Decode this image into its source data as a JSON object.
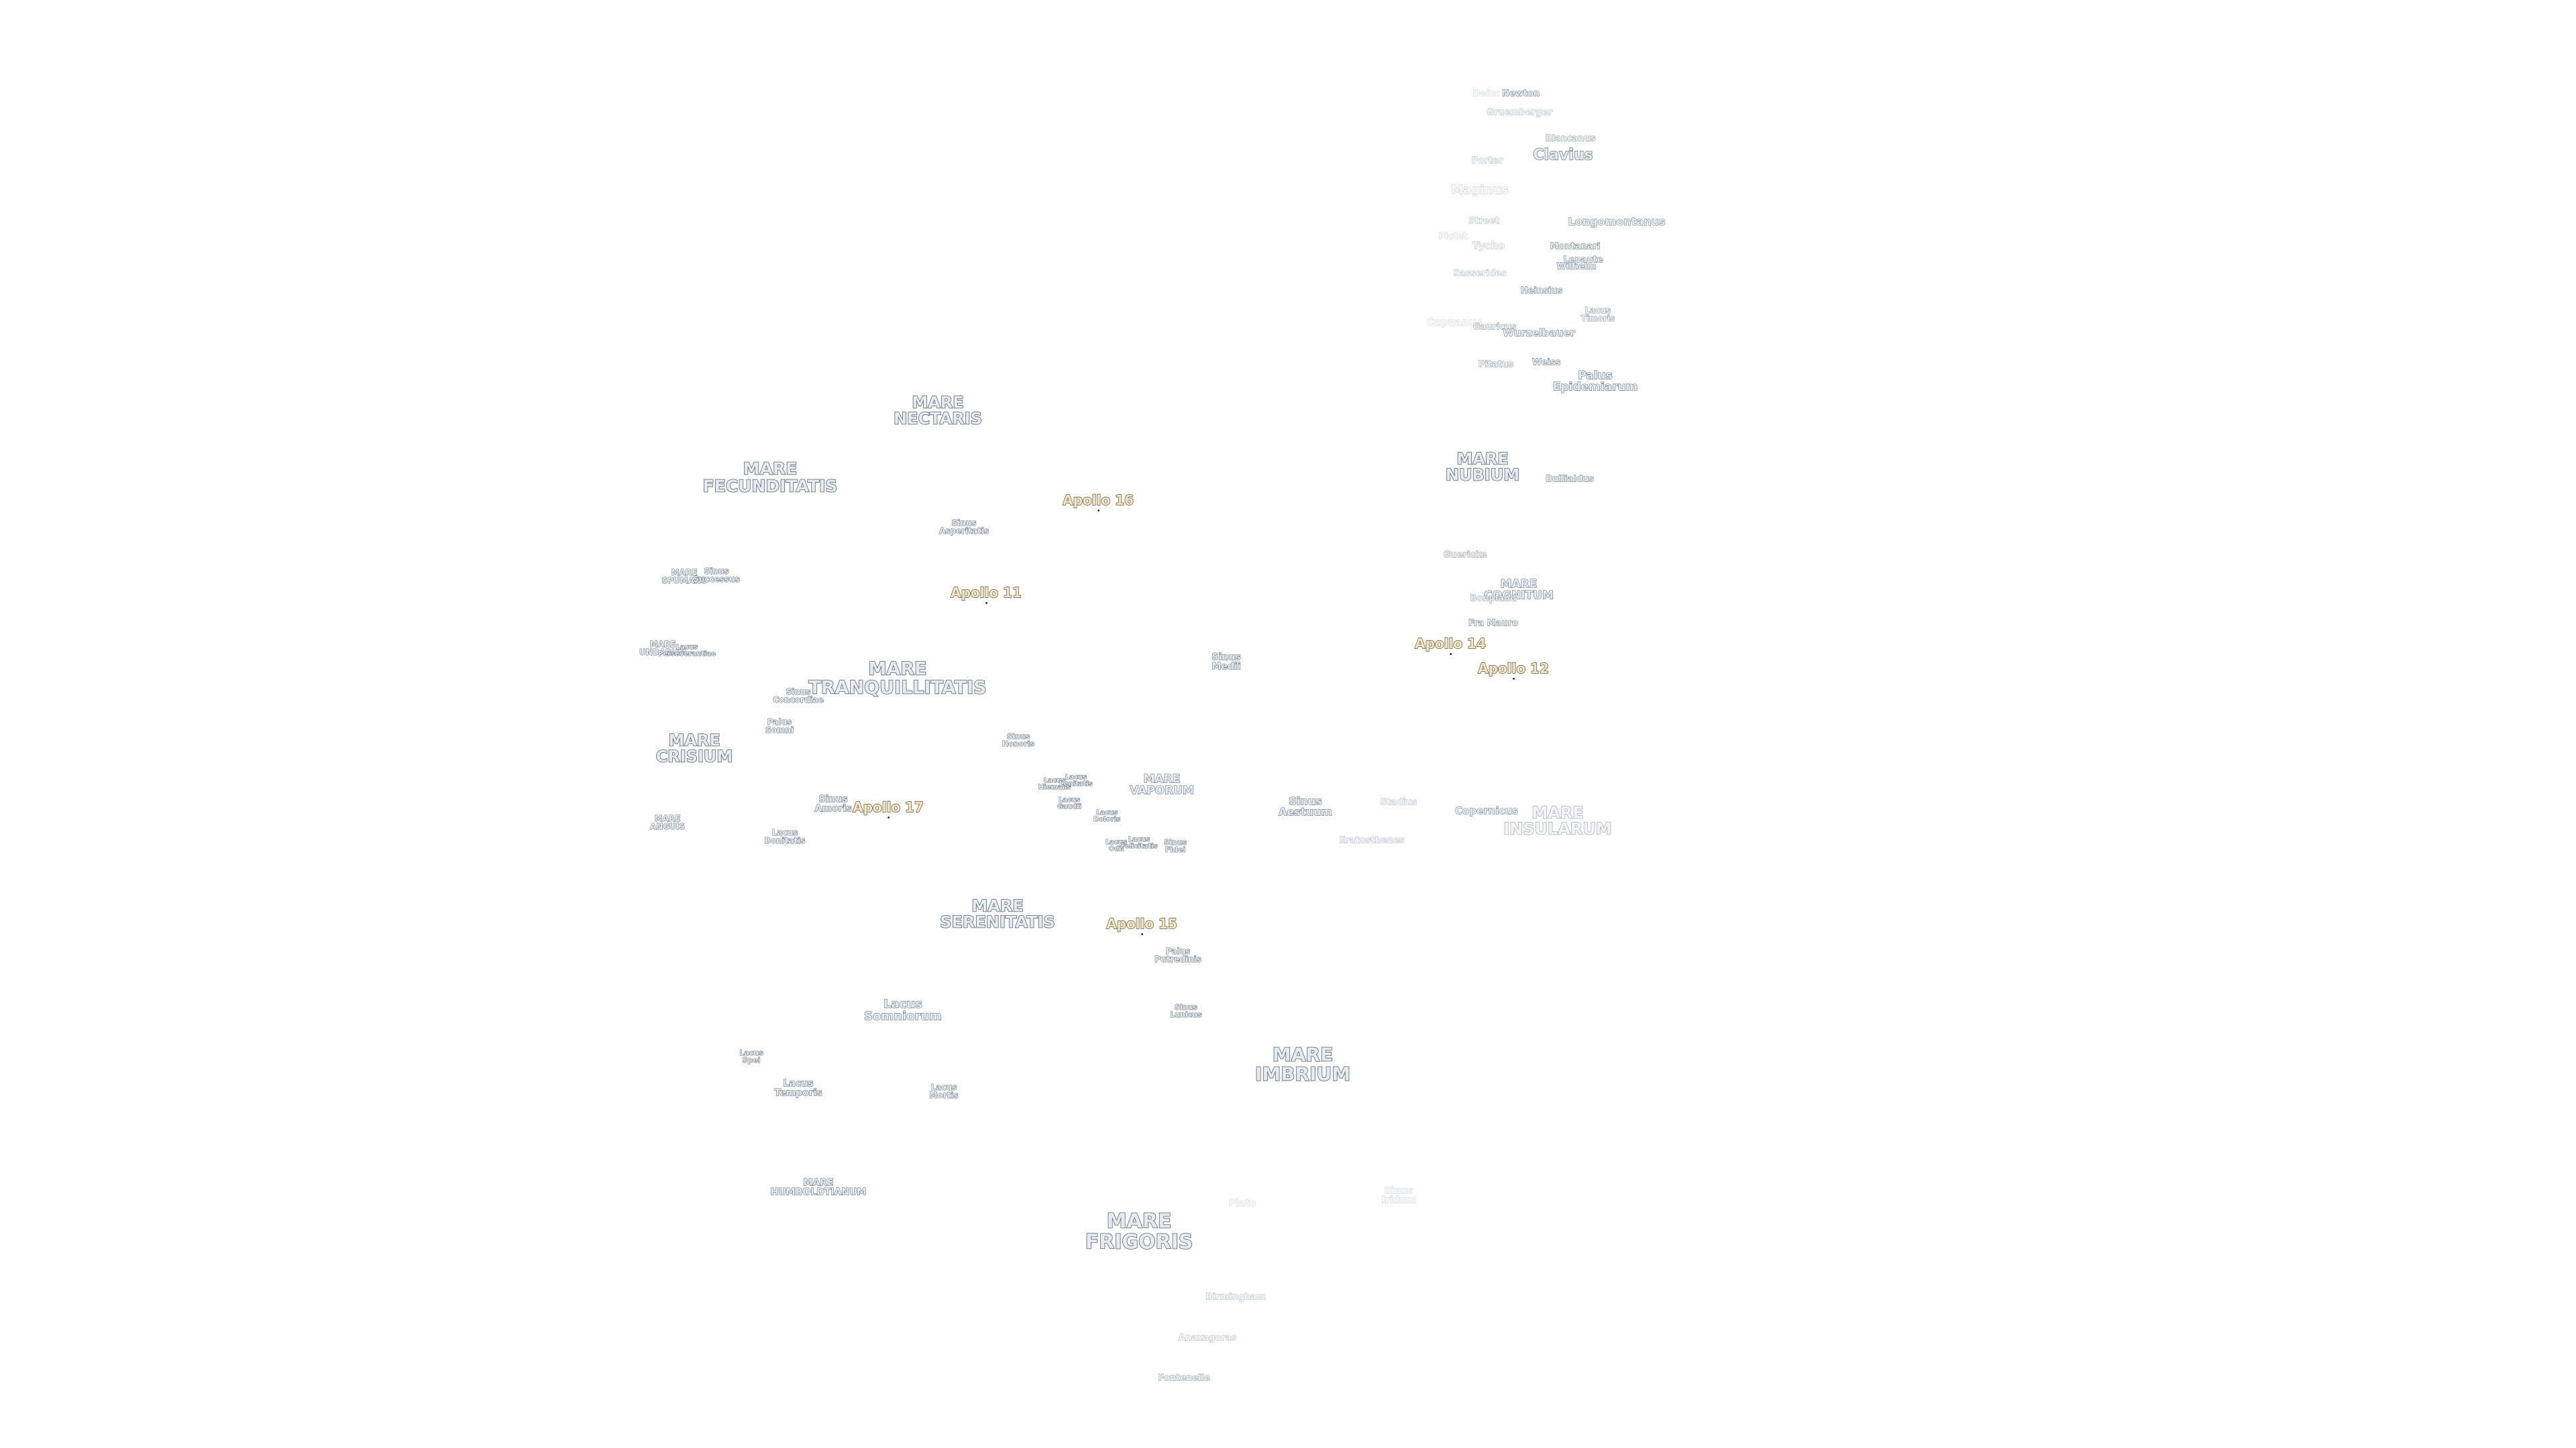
{
  "maria": [
    {
      "key": "nectaris",
      "text": "MARE\nNECTARIS"
    },
    {
      "key": "fecunditatis",
      "text": "MARE\nFECUNDITATIS"
    },
    {
      "key": "spumans",
      "text": "MARE\nSPUMANS"
    },
    {
      "key": "undarum",
      "text": "MARE\nUNDARUM"
    },
    {
      "key": "tranquillitatis",
      "text": "MARE\nTRANQUILLITATIS"
    },
    {
      "key": "crisium",
      "text": "MARE\nCRISIUM"
    },
    {
      "key": "anguis",
      "text": "MARE\nANGUIS"
    },
    {
      "key": "vaporum",
      "text": "MARE\nVAPORUM"
    },
    {
      "key": "serenitatis",
      "text": "MARE\nSERENITATIS"
    },
    {
      "key": "imbrium",
      "text": "MARE\nIMBRIUM"
    },
    {
      "key": "humboldtianum",
      "text": "MARE\nHUMBOLDTIANUM"
    },
    {
      "key": "frigoris",
      "text": "MARE\nFRIGORIS"
    },
    {
      "key": "nubium",
      "text": "MARE\nNUBIUM"
    },
    {
      "key": "cognitum",
      "text": "MARE\nCOGNITUM"
    },
    {
      "key": "insularum",
      "text": "MARE\nINSULARUM"
    }
  ],
  "minor_features": [
    {
      "key": "sinus-asperitatis",
      "text": "Sinus\nAsperitatis"
    },
    {
      "key": "sinus-successus",
      "text": "Sinus\nSuccessus"
    },
    {
      "key": "lacus-perseverantiae",
      "text": "Lacus\nPerseverantiae"
    },
    {
      "key": "sinus-concordiae",
      "text": "Sinus\nConcordiae"
    },
    {
      "key": "palus-somni",
      "text": "Palus\nSomni"
    },
    {
      "key": "sinus-honoris",
      "text": "Sinus\nHonoris"
    },
    {
      "key": "sinus-amoris",
      "text": "Sinus\nAmoris"
    },
    {
      "key": "lacus-bonitatis",
      "text": "Lacus\nBonitatis"
    },
    {
      "key": "lacus-hiemalis",
      "text": "Lacus\nHiemalis"
    },
    {
      "key": "lacus-lenitatis",
      "text": "Lacus\nLenitatis"
    },
    {
      "key": "lacus-gaudii",
      "text": "Lacus\nGaudii"
    },
    {
      "key": "lacus-doloris",
      "text": "Lacus\nDoloris"
    },
    {
      "key": "lacus-odii",
      "text": "Lacus\nOdii"
    },
    {
      "key": "lacus-felicitatis",
      "text": "Lacus\nFelicitatis"
    },
    {
      "key": "sinus-fidei",
      "text": "Sinus\nFidei"
    },
    {
      "key": "sinus-medii",
      "text": "Sinus\nMedii"
    },
    {
      "key": "sinus-aestuum",
      "text": "Sinus\nAestuum"
    },
    {
      "key": "palus-putredinis",
      "text": "Palus\nPutredinis"
    },
    {
      "key": "sinus-lunicus",
      "text": "Sinus\nLunicus"
    },
    {
      "key": "lacus-somniorum",
      "text": "Lacus\nSomniorum"
    },
    {
      "key": "lacus-spei",
      "text": "Lacus\nSpei"
    },
    {
      "key": "lacus-temporis",
      "text": "Lacus\nTemporis"
    },
    {
      "key": "lacus-mortis",
      "text": "Lacus\nMortis"
    },
    {
      "key": "palus-epidemiarum",
      "text": "Palus\nEpidemiarum"
    },
    {
      "key": "lacus-timoris",
      "text": "Lacus\nTimoris"
    },
    {
      "key": "sinus-iridum",
      "text": "Sinus\nIridum"
    }
  ],
  "craters": [
    {
      "key": "blancanus",
      "text": "Blancanus"
    },
    {
      "key": "newton",
      "text": "Newton"
    },
    {
      "key": "gruemberger",
      "text": "Gruemberger"
    },
    {
      "key": "clavius",
      "text": "Clavius"
    },
    {
      "key": "porter",
      "text": "Porter"
    },
    {
      "key": "maginus",
      "text": "Maginus"
    },
    {
      "key": "longomontanus",
      "text": "Longomontanus"
    },
    {
      "key": "street",
      "text": "Street"
    },
    {
      "key": "tycho",
      "text": "Tycho"
    },
    {
      "key": "montanari",
      "text": "Montanari"
    },
    {
      "key": "pictet",
      "text": "Pictet"
    },
    {
      "key": "wilhelm",
      "text": "Wilhelm"
    },
    {
      "key": "lepaute",
      "text": "Lepaute"
    },
    {
      "key": "sasserides",
      "text": "Sasserides"
    },
    {
      "key": "heinsius",
      "text": "Heinsius"
    },
    {
      "key": "gauricus",
      "text": "Gauricus"
    },
    {
      "key": "wurzelbauer",
      "text": "Wurzelbauer"
    },
    {
      "key": "pitatus",
      "text": "Pitatus"
    },
    {
      "key": "weiss",
      "text": "Weiss"
    },
    {
      "key": "bullialdus",
      "text": "Bullialdus"
    },
    {
      "key": "guericke",
      "text": "Guericke"
    },
    {
      "key": "bonpland",
      "text": "Bonpland"
    },
    {
      "key": "fra-mauro",
      "text": "Fra Mauro"
    },
    {
      "key": "stadius",
      "text": "Stadius"
    },
    {
      "key": "copernicus",
      "text": "Copernicus"
    },
    {
      "key": "eratosthenes",
      "text": "Eratosthenes"
    },
    {
      "key": "plato",
      "text": "Plato"
    },
    {
      "key": "birmingham",
      "text": "Birmingham"
    },
    {
      "key": "anaxagoras",
      "text": "Anaxagoras"
    },
    {
      "key": "fontenelle",
      "text": "Fontenelle"
    },
    {
      "key": "deluc",
      "text": "Deluc"
    },
    {
      "key": "capuanus",
      "text": "Capuanus"
    }
  ],
  "landing_sites": [
    {
      "key": "apollo-16",
      "text": "Apollo 16"
    },
    {
      "key": "apollo-11",
      "text": "Apollo 11"
    },
    {
      "key": "apollo-14",
      "text": "Apollo 14"
    },
    {
      "key": "apollo-12",
      "text": "Apollo 12"
    },
    {
      "key": "apollo-17",
      "text": "Apollo 17"
    },
    {
      "key": "apollo-15",
      "text": "Apollo 15"
    }
  ]
}
